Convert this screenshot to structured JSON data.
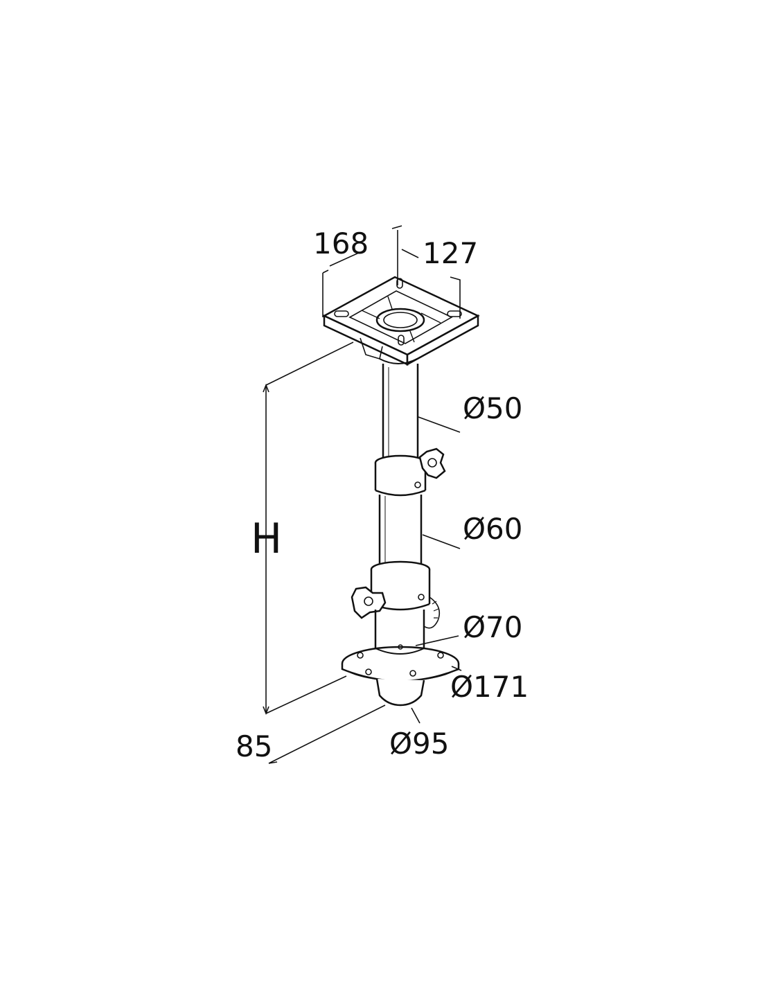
{
  "diagram": {
    "kind": "technical drawing - telescopic pedestal",
    "labels": {
      "plate_width": "168",
      "plate_depth": "127",
      "upper_tube": "Ø50",
      "middle_tube": "Ø60",
      "lower_tube": "Ø70",
      "flange": "Ø171",
      "socket": "Ø95",
      "height": "H",
      "socket_depth": "85"
    },
    "colors": {
      "line": "#111111",
      "background": "#ffffff"
    }
  }
}
